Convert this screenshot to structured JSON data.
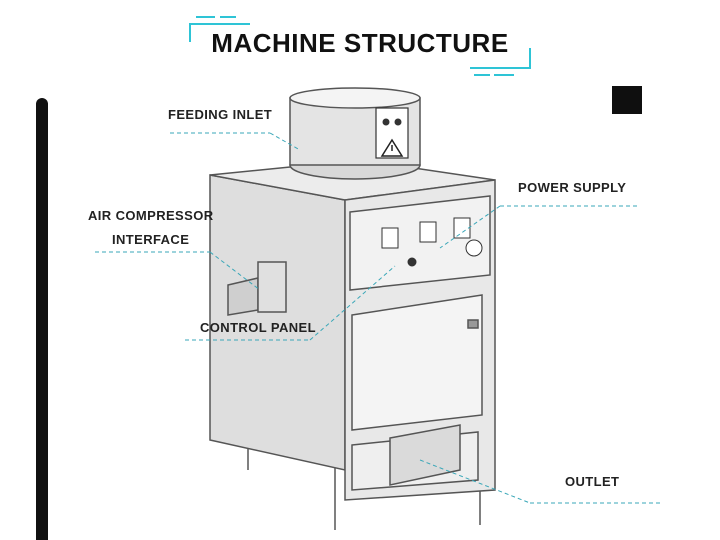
{
  "title": "MACHINE STRUCTURE",
  "labels": {
    "feeding_inlet": "FEEDING INLET",
    "power_supply": "POWER SUPPLY",
    "air_compressor_line1": "AIR COMPRESSOR",
    "air_compressor_line2": "INTERFACE",
    "control_panel": "CONTROL PANEL",
    "outlet": "OUTLET"
  },
  "colors": {
    "accent": "#2ec4d6",
    "dark": "#111111",
    "machine_fill": "#e6e6e6",
    "machine_stroke": "#555555"
  },
  "icons": [
    "warning-icon",
    "power-gauge-icon"
  ]
}
